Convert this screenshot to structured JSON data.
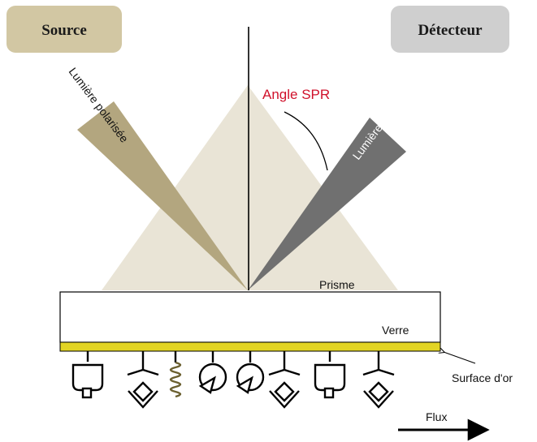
{
  "source": {
    "label": "Source",
    "color": "#d2c7a3"
  },
  "detector": {
    "label": "Détecteur",
    "color": "#cfcfcf"
  },
  "beams": {
    "incident_label": "Lumière polarisée",
    "incident_color": "#b3a67f",
    "reflected_label": "Lumière réfléchie",
    "reflected_color": "#707070"
  },
  "angle_label": "Angle SPR",
  "prism": {
    "label": "Prisme",
    "color": "#e9e4d6"
  },
  "glass": {
    "label": "Verre"
  },
  "gold": {
    "label": "Surface d'or",
    "color": "#e2d424"
  },
  "flow": {
    "label": "Flux"
  }
}
